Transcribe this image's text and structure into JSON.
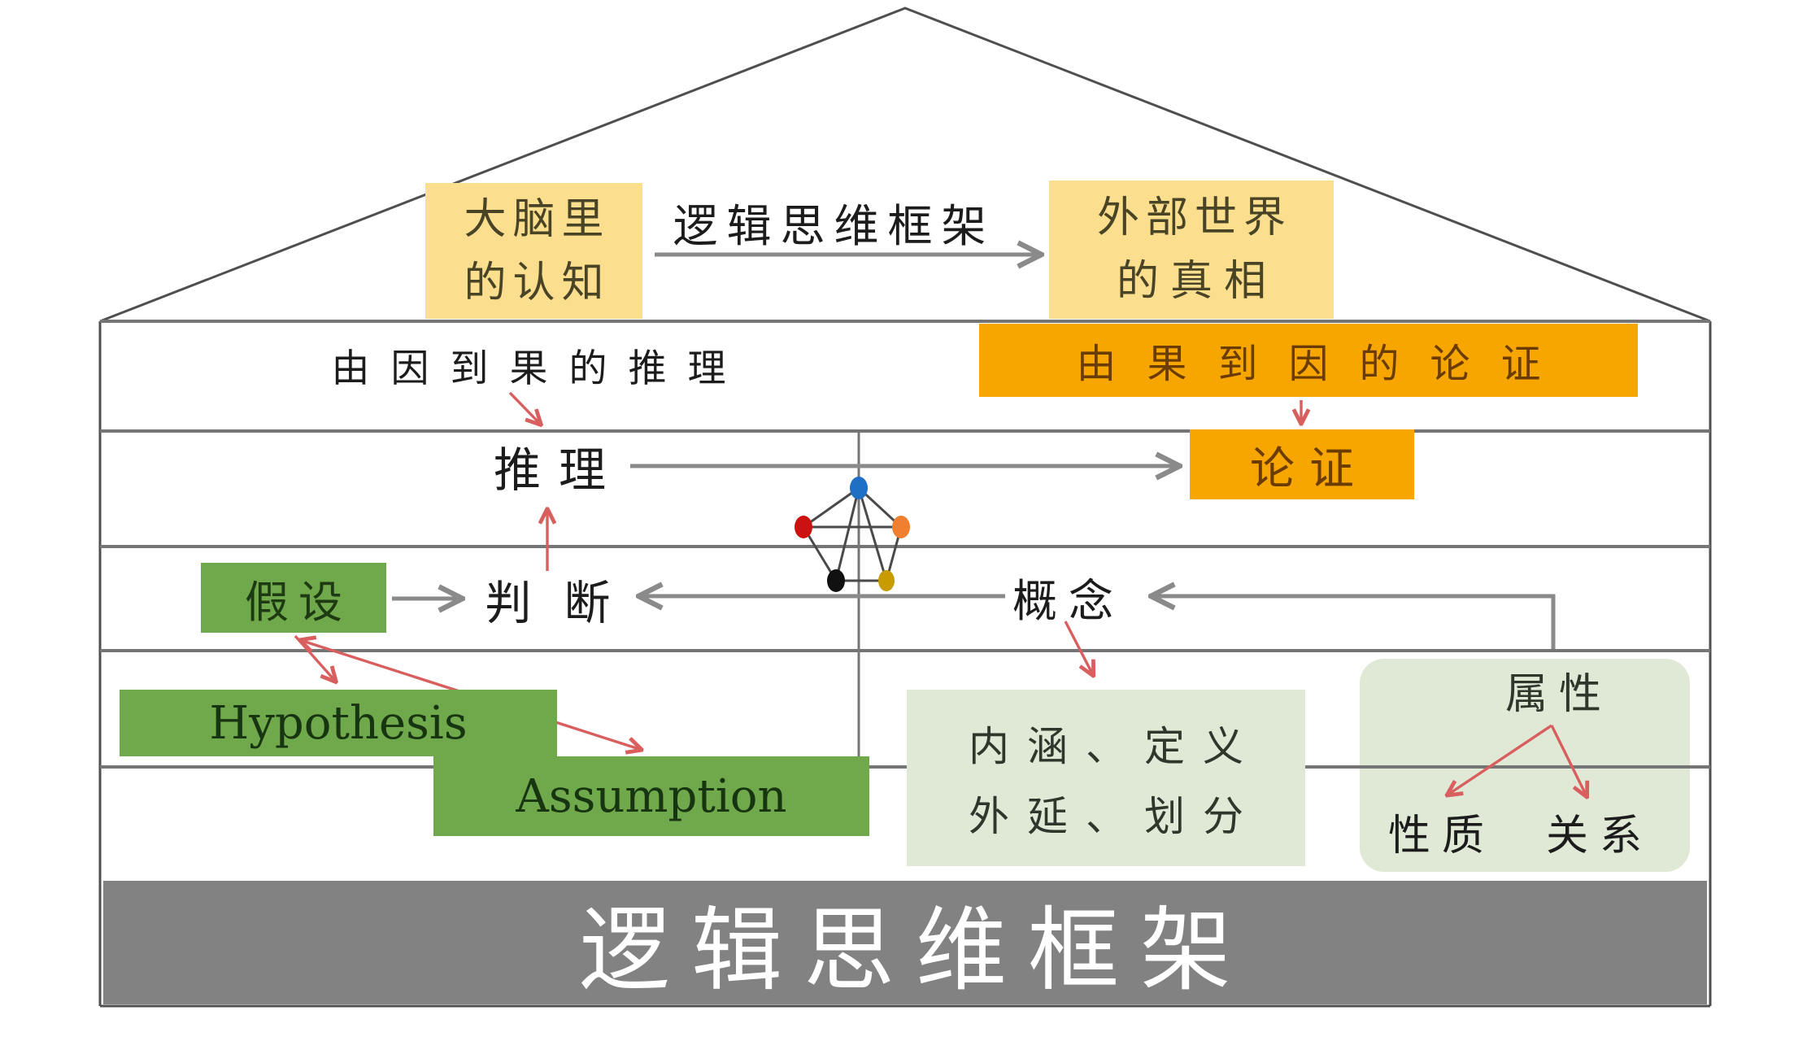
{
  "roof": {
    "brain_box": {
      "line1": "大脑里",
      "line2": "的认知"
    },
    "arrow_label": "逻辑思维框架",
    "world_box": {
      "line1": "外部世界",
      "line2": "的真相"
    }
  },
  "levels": {
    "cause_to_effect_label": "由因到果的推理",
    "effect_to_cause_band": "由果到因的论证",
    "inference": "推理",
    "argument": "论证",
    "hypothesis_cn": "假设",
    "judgment": "判断",
    "concept": "概念",
    "hypothesis_en": "Hypothesis",
    "assumption_en": "Assumption",
    "connotation_box": {
      "line1": "内涵、定义",
      "line2": "外延、划分"
    },
    "attribute": "属性",
    "property": "性质",
    "relation": "关系"
  },
  "banner": {
    "text": "逻辑思维框架"
  },
  "network_nodes": [
    "blue-node",
    "red-node",
    "orange-node",
    "black-node",
    "gold-node"
  ],
  "colors": {
    "light_yellow": "#fbdf8f",
    "amber": "#f7a600",
    "green": "#70a94b",
    "pale_green": "#dfe9d6",
    "banner_gray": "#828282",
    "line_gray": "#757575",
    "outline_gray": "#4f4f4f",
    "arrow_gray": "#8a8a8a",
    "arrow_red": "#d95f5f",
    "node_blue": "#1f6fc4",
    "node_red": "#cc1111",
    "node_orange": "#f08030",
    "node_black": "#111111",
    "node_gold": "#c89b00"
  }
}
